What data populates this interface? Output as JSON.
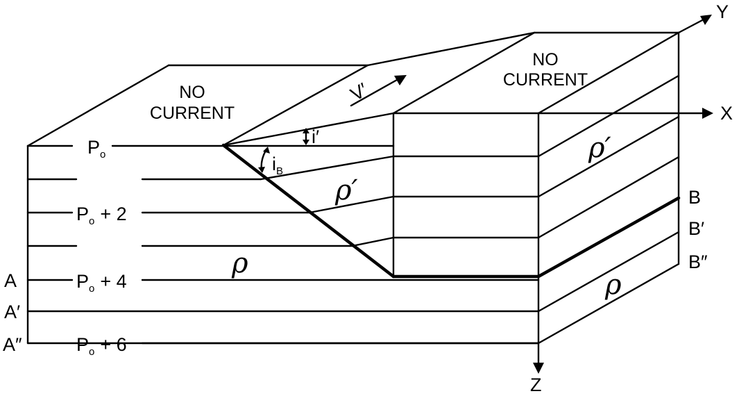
{
  "regions": {
    "left_top": [
      "NO",
      "CURRENT"
    ],
    "right_top": [
      "NO",
      "CURRENT"
    ]
  },
  "axes": {
    "x": "X",
    "y": "Y",
    "z": "Z"
  },
  "pressure_labels": {
    "p0_base": "P",
    "p0_sub": "o",
    "p2_offset": "+ 2",
    "p4_offset": "+ 4",
    "p6_offset": "+ 6"
  },
  "surface_labels": {
    "a": "A",
    "a1": "A′",
    "a2": "A″",
    "b": "B",
    "b1": "B′",
    "b2": "B″"
  },
  "density_labels": {
    "rho": "ρ",
    "rho_prime": "ρ′"
  },
  "velocity_label": "V′",
  "angle_labels": {
    "i_prime": "i′",
    "i_b_base": "i",
    "i_b_sub": "B"
  }
}
